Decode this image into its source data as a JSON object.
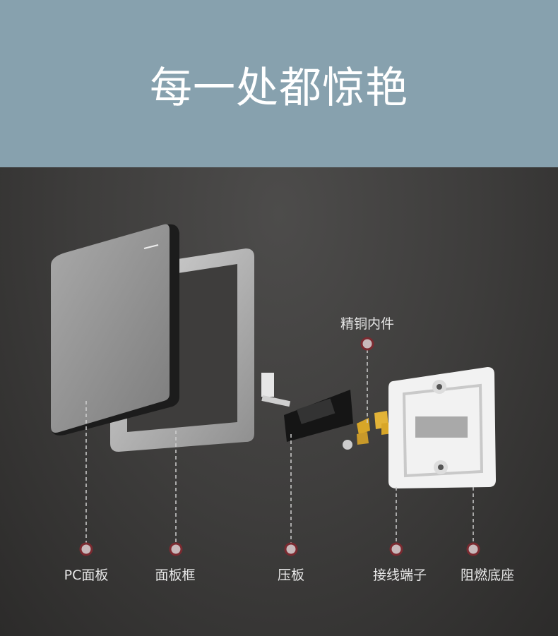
{
  "title": "每一处都惊艳",
  "parts": {
    "pc_panel": "PC面板",
    "panel_frame": "面板框",
    "press_plate": "压板",
    "terminal": "接线端子",
    "base": "阻燃底座",
    "copper": "精铜内件"
  },
  "colors": {
    "header": "#87a1ae",
    "dot": "#c8b9bb",
    "dot_ring": "#7a2a30"
  }
}
